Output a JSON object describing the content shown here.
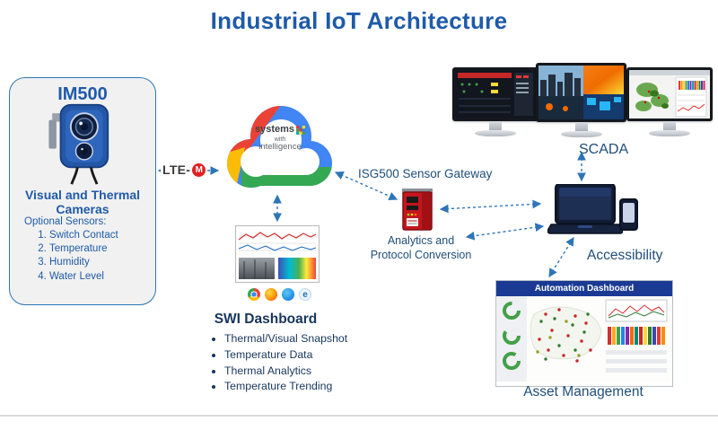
{
  "title": "Industrial IoT Architecture",
  "im500_panel": {
    "title": "IM500",
    "caption_line1": "Visual and Thermal",
    "caption_line2": "Cameras",
    "sensors_heading": "Optional Sensors:",
    "sensors": [
      "Switch Contact",
      "Temperature",
      "Humidity",
      "Water Level"
    ]
  },
  "lte_label": {
    "prefix": "LTE-",
    "m": "M"
  },
  "cloud_logo": {
    "line1": "systems",
    "line2": "with",
    "line3": "intelligence"
  },
  "swi_dashboard": {
    "title": "SWI Dashboard",
    "features": [
      "Thermal/Visual Snapshot",
      "Temperature Data",
      "Thermal Analytics",
      "Temperature Trending"
    ]
  },
  "gateway": {
    "label": "ISG500 Sensor Gateway",
    "sublabel_line1": "Analytics and",
    "sublabel_line2": "Protocol Conversion"
  },
  "scada_label": "SCADA",
  "accessibility_label": "Accessibility",
  "asset_management": {
    "dashboard_header": "Automation Dashboard",
    "label": "Asset Management"
  },
  "icons": {
    "browsers": [
      "Chrome",
      "Firefox",
      "Safari",
      "Internet Explorer"
    ],
    "internet_explorer_glyph": "e"
  },
  "colors": {
    "title_blue": "#1f5aa9",
    "label_blue": "#1f4e79",
    "arrow_blue": "#2e75b6",
    "google_blue": "#4285f4",
    "google_red": "#ea4335",
    "google_yellow": "#fbbc05",
    "google_green": "#34a853",
    "lte_red": "#e02020",
    "gateway_red": "#c4161c"
  }
}
